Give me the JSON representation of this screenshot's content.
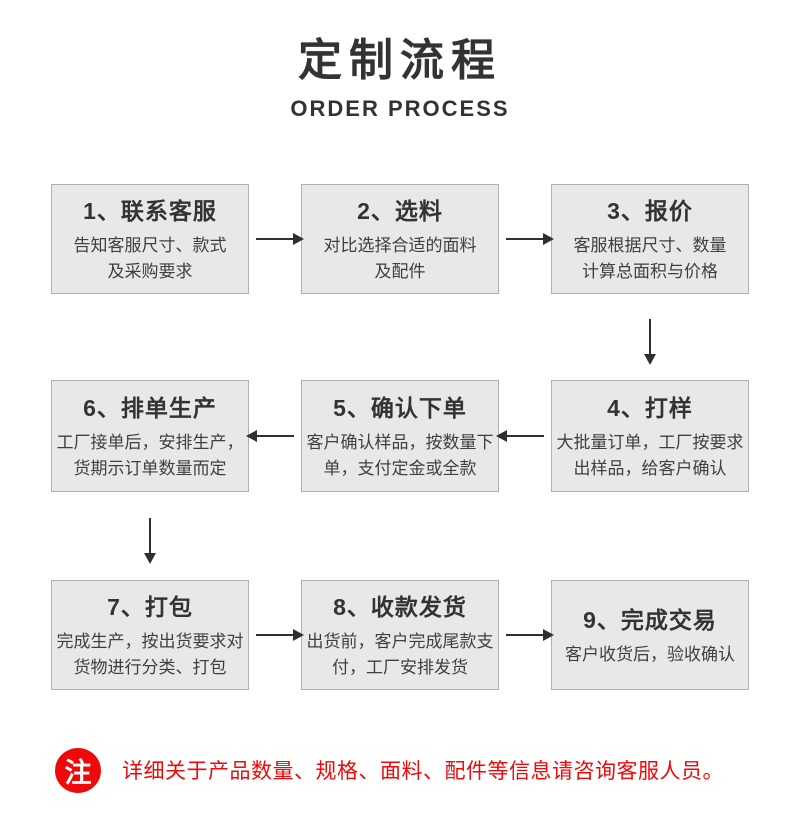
{
  "header": {
    "title": "定制流程",
    "subtitle": "ORDER PROCESS"
  },
  "flow": {
    "steps": [
      {
        "title": "1、联系客服",
        "desc": "告知客服尺寸、款式\n及采购要求"
      },
      {
        "title": "2、选料",
        "desc": "对比选择合适的面料\n及配件"
      },
      {
        "title": "3、报价",
        "desc": "客服根据尺寸、数量\n计算总面积与价格"
      },
      {
        "title": "4、打样",
        "desc": "大批量订单，工厂按要求\n出样品，给客户确认"
      },
      {
        "title": "5、确认下单",
        "desc": "客户确认样品，按数量下\n单，支付定金或全款"
      },
      {
        "title": "6、排单生产",
        "desc": "工厂接单后，安排生产，\n货期示订单数量而定"
      },
      {
        "title": "7、打包",
        "desc": "完成生产，按出货要求对\n货物进行分类、打包"
      },
      {
        "title": "8、收款发货",
        "desc": "出货前，客户完成尾款支\n付，工厂安排发货"
      },
      {
        "title": "9、完成交易",
        "desc": "客户收货后，验收确认"
      }
    ]
  },
  "note": {
    "badge": "注",
    "text": "详细关于产品数量、规格、面料、配件等信息请咨询客服人员。"
  },
  "colors": {
    "box_background": "#e8e8e8",
    "box_border": "#b0b0b0",
    "arrow": "#2f2f2f",
    "heading_text": "#333333",
    "accent_red": "#ee0a0a"
  }
}
